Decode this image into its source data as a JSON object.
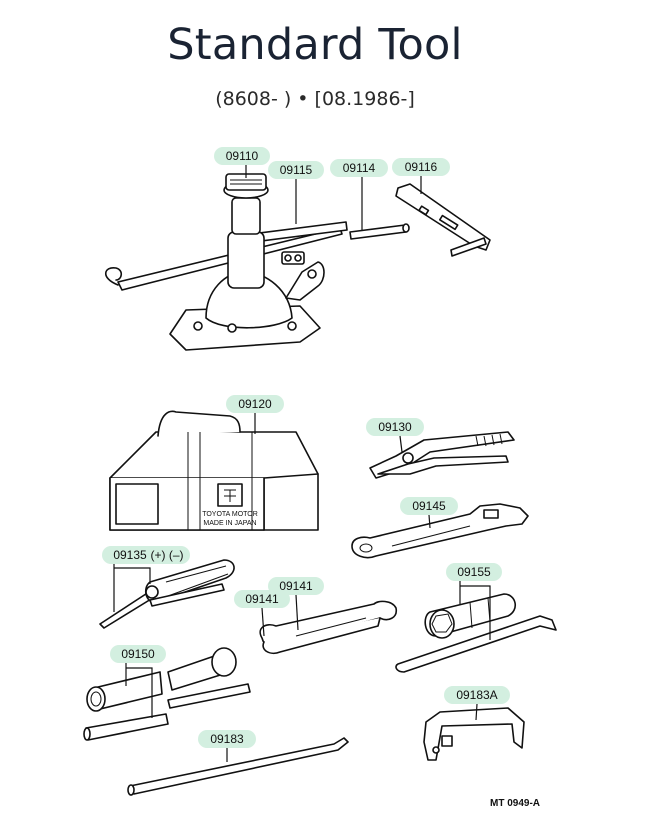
{
  "header": {
    "title": "Standard Tool",
    "subtitle": "(8608- ) • [08.1986-]"
  },
  "callouts": {
    "c09110": "09110",
    "c09115": "09115",
    "c09114": "09114",
    "c09116": "09116",
    "c09120": "09120",
    "c09130": "09130",
    "c09145": "09145",
    "c09135": "09135",
    "c09135_sign": "(+) (–)",
    "c09141a": "09141",
    "c09141b": "09141",
    "c09155": "09155",
    "c09150": "09150",
    "c09183A": "09183A",
    "c09183": "09183"
  },
  "bag": {
    "line1": "TOYOTA MOTOR",
    "line2": "MADE IN JAPAN"
  },
  "figure_code": "MT 0949-A",
  "colors": {
    "callout_bg": "#d3efe0",
    "title": "#1a2333"
  }
}
